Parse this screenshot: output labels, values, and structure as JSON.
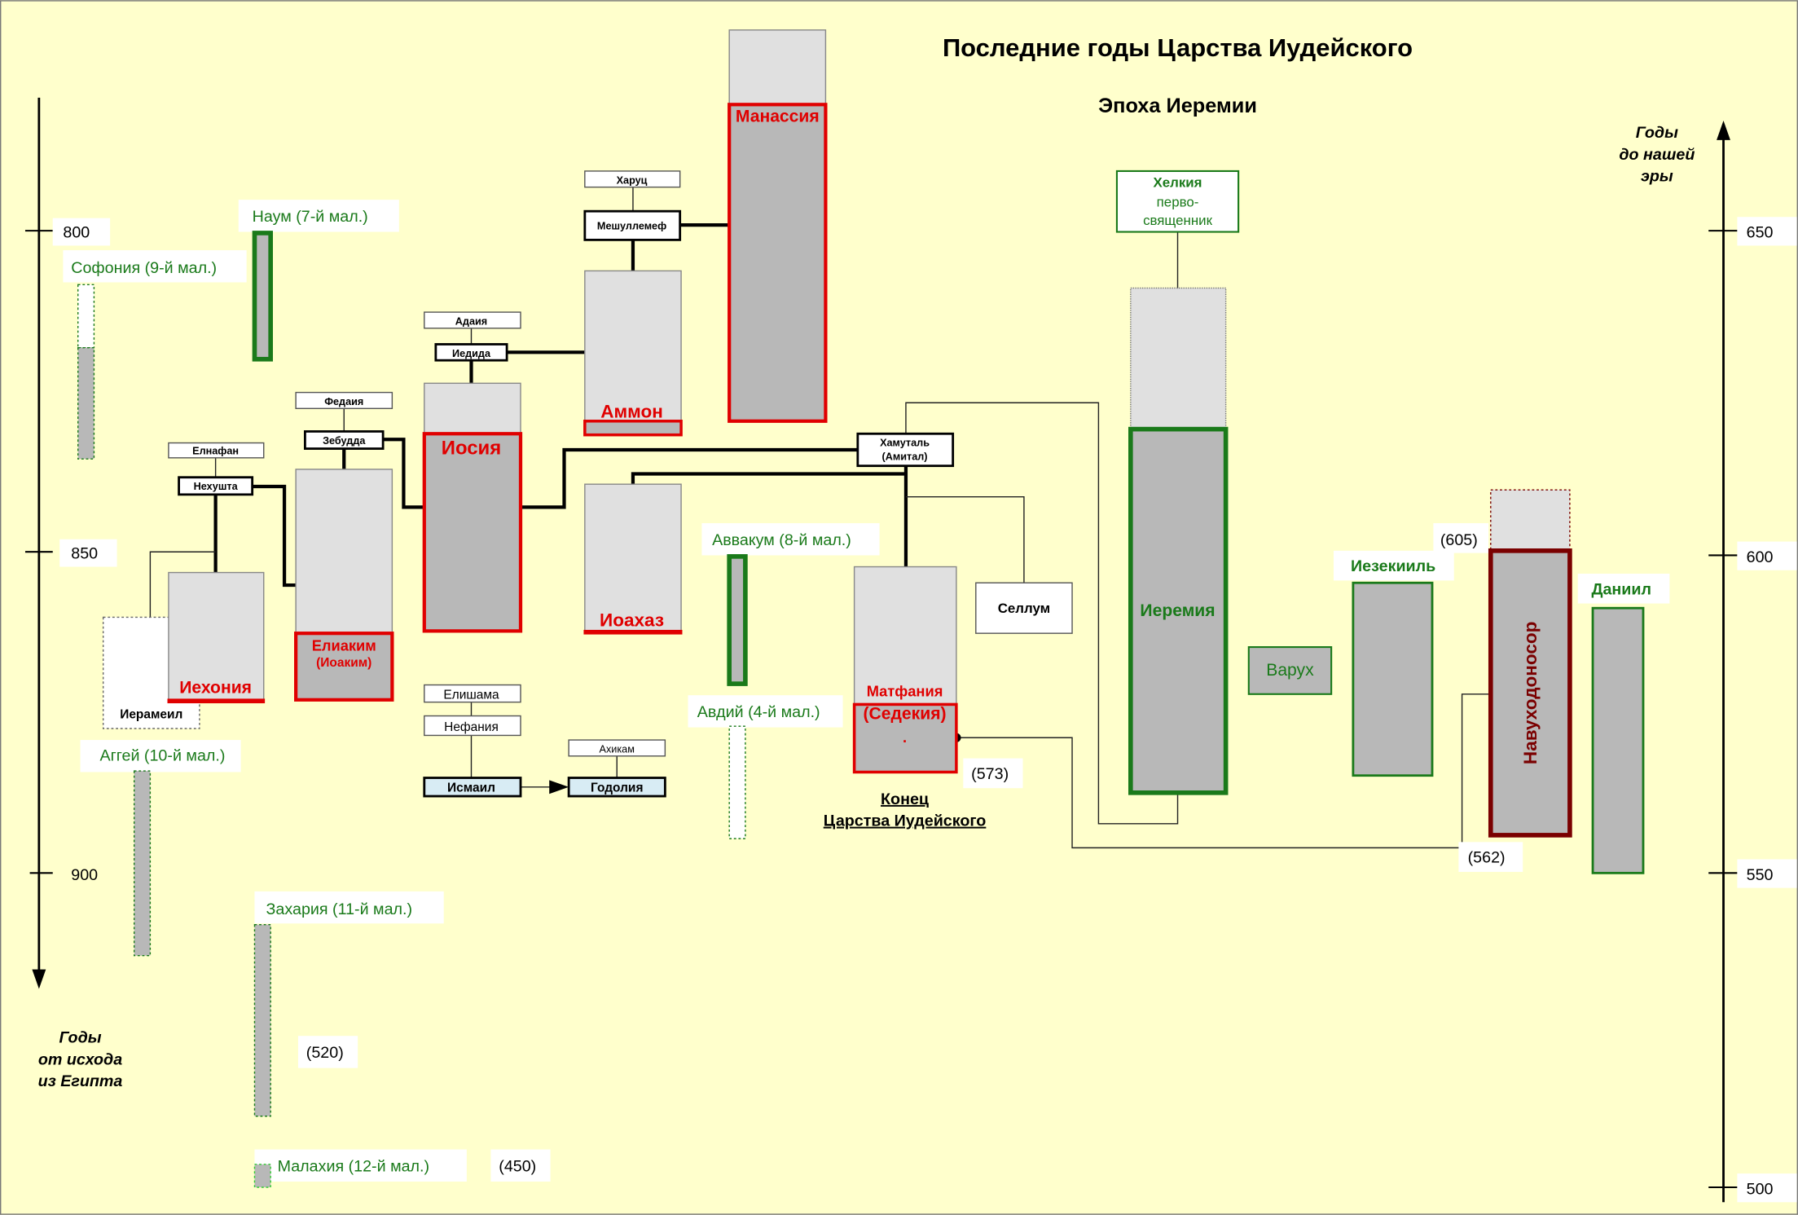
{
  "header": {
    "title": "Последние годы  Царства Иудейского",
    "subtitle": "Эпоха  Иеремии"
  },
  "left_axis": {
    "ticks": [
      "800",
      "850",
      "900"
    ],
    "caption": [
      "Годы",
      "от исхода",
      "из Египта"
    ]
  },
  "right_axis": {
    "ticks": [
      "650",
      "600",
      "550",
      "500"
    ],
    "caption": [
      "Годы",
      "до  нашей",
      "эры"
    ]
  },
  "prophets": {
    "naum": "Наум (7-й мал.)",
    "sofonia": "Софония (9-й мал.)",
    "avvakum": "Аввакум (8-й мал.)",
    "avdiy": "Авдий (4-й мал.)",
    "aggei": "Аггей (10-й мал.)",
    "zaharia": "Захария (11-й мал.)",
    "malahia": "Малахия (12-й мал.)",
    "jeremiah": "Иеремия",
    "baruch": "Варух",
    "ezekiel": "Иезекииль",
    "daniel": "Даниил",
    "hilkiah": [
      "Хелкия",
      "перво-",
      "священник"
    ]
  },
  "kings": {
    "manasseh": "Манассия",
    "amon": "Аммон",
    "josiah": "Иосия",
    "eliakim": [
      "Елиаким",
      "(Иоаким)"
    ],
    "jehoahaz": "Иоахаз",
    "jeconiah": "Иехония",
    "mattaniah": [
      "Матфания",
      "(Седекия)",
      "."
    ],
    "nebuchadnezzar": "Навуходоносор"
  },
  "persons": {
    "haruz": "Харуц",
    "meshullemeth": "Мешуллемеф",
    "adaiah": "Адаия",
    "jedidah": "Иедида",
    "pedaiah": "Федаия",
    "zebudah": "Зебудда",
    "elnathan": "Елнафан",
    "nehushta": "Нехушта",
    "jerahmeel": "Иерамеил",
    "hamutal": [
      "Хамуталь",
      "(Амитал)"
    ],
    "shallum": "Селлум",
    "elishama": "Елишама",
    "nethaniah": "Нефания",
    "ishmael": "Исмаил",
    "ahikam": "Ахикам",
    "gedaliah": "Годолия"
  },
  "dates": {
    "d573": "(573)",
    "d605": "(605)",
    "d562": "(562)",
    "d520": "(520)",
    "d450": "(450)"
  },
  "end_label": [
    "Конец",
    "Царства Иудейского"
  ],
  "colors": {
    "background": "#ffffcc",
    "king": "#e00000",
    "prophet": "#1a7a1a",
    "babylon": "#7a0000",
    "reign": "#b8b8b8",
    "life": "#e0e0e0"
  }
}
